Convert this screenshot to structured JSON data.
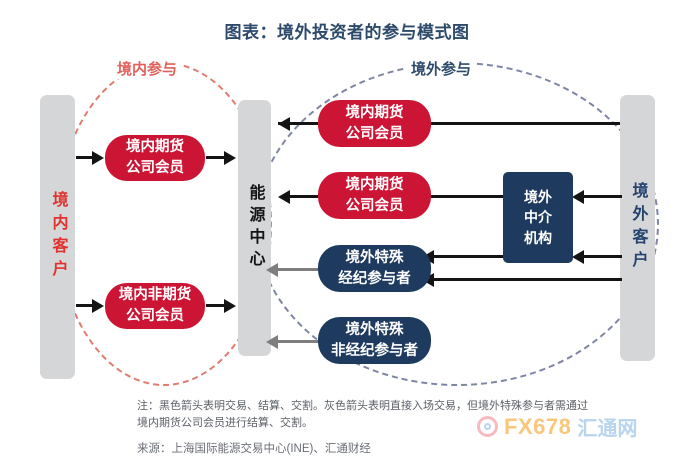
{
  "title": "图表：境外投资者的参与模式图",
  "colors": {
    "red": "#cc1434",
    "navy": "#1f3a5f",
    "bar_gray": "#d5d6d8",
    "title_blue": "#2e4a6b",
    "domestic_dash": "#e07b6e",
    "foreign_dash": "#7e86a4",
    "black_arrow": "#141414",
    "gray_arrow": "#7e7e7e"
  },
  "bars": {
    "domestic_client": "境内客户",
    "energy_center": "能源中心",
    "foreign_client": "境外客户"
  },
  "regions": {
    "domestic_label": "境内参与",
    "foreign_label": "境外参与"
  },
  "nodes": {
    "dom_futures_1": "境内期货\n公司会员",
    "dom_nonfutures": "境内非期货\n公司会员",
    "dom_futures_2": "境内期货\n公司会员",
    "dom_futures_3": "境内期货\n公司会员",
    "special_broker": "境外特殊\n经纪参与者",
    "special_nonbroker": "境外特殊\n非经纪参与者",
    "foreign_agency": "境外\n中介\n机构"
  },
  "note": "注：黑色箭头表明交易、结算、交割。灰色箭头表明直接入场交易，但境外特殊参与者需通过境内期货公司会员进行结算、交割。",
  "source": "来源：上海国际能源交易中心(INE)、汇通财经",
  "watermark": {
    "fx": "FX678",
    "cn": "汇通网"
  }
}
